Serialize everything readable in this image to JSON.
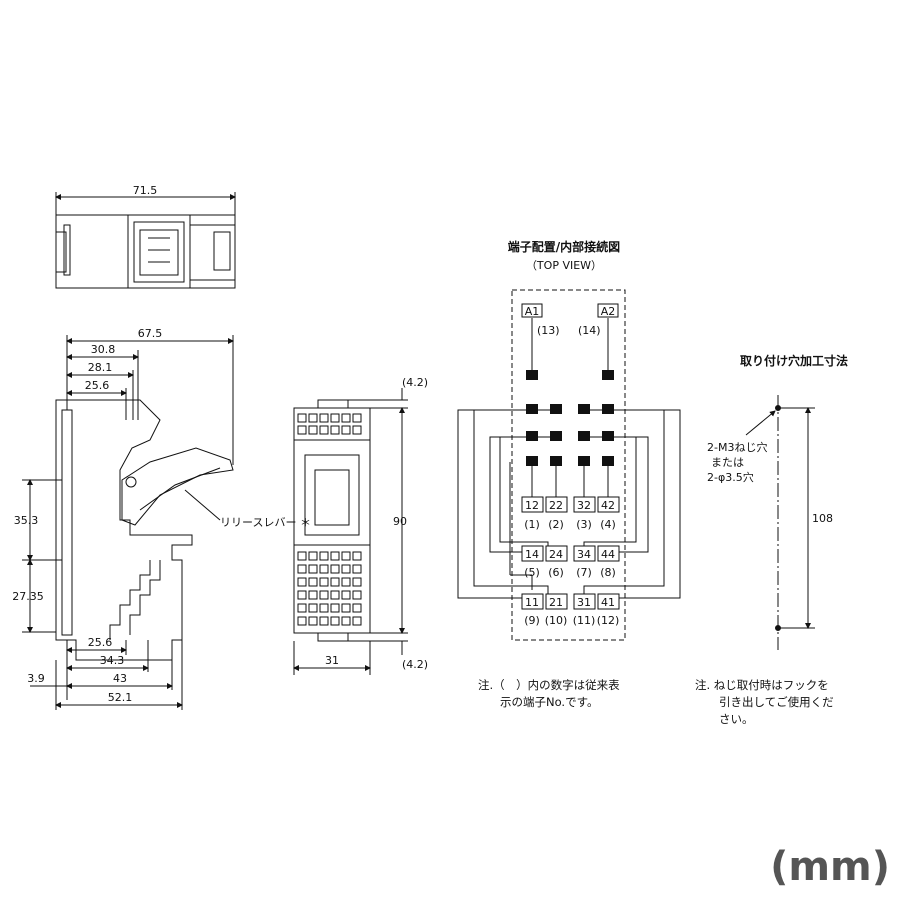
{
  "unit_label": "(mm)",
  "side_view": {
    "top_width": "71.5",
    "dims": {
      "d67_5": "67.5",
      "d30_8": "30.8",
      "d28_1": "28.1",
      "d25_6_top": "25.6",
      "d35_3": "35.3",
      "d27_35": "27.35",
      "d25_6_bottom": "25.6",
      "d34_3": "34.3",
      "d3_9": "3.9",
      "d43": "43",
      "d52_1": "52.1"
    },
    "release_lever": "リリースレバー ＊"
  },
  "front_view": {
    "height": "90",
    "width": "31",
    "top_offset": "(4.2)",
    "bottom_offset": "(4.2)"
  },
  "wiring": {
    "title": "端子配置/内部接続図",
    "subtitle": "（TOP VIEW）",
    "coil_terminals": [
      {
        "label": "A1",
        "old": "(13)"
      },
      {
        "label": "A2",
        "old": "(14)"
      }
    ],
    "row_nc": [
      {
        "label": "12",
        "old": "(1)"
      },
      {
        "label": "22",
        "old": "(2)"
      },
      {
        "label": "32",
        "old": "(3)"
      },
      {
        "label": "42",
        "old": "(4)"
      }
    ],
    "row_no": [
      {
        "label": "14",
        "old": "(5)"
      },
      {
        "label": "24",
        "old": "(6)"
      },
      {
        "label": "34",
        "old": "(7)"
      },
      {
        "label": "44",
        "old": "(8)"
      }
    ],
    "row_com": [
      {
        "label": "11",
        "old": "(9)"
      },
      {
        "label": "21",
        "old": "(10)"
      },
      {
        "label": "31",
        "old": "(11)"
      },
      {
        "label": "41",
        "old": "(12)"
      }
    ],
    "note_line1": "注.（　）内の数字は従来表",
    "note_line2": "示の端子No.です。"
  },
  "mounting": {
    "title": "取り付け穴加工寸法",
    "hole_line1": "2-M3ねじ穴",
    "hole_line2": "または",
    "hole_line3": "2-φ3.5穴",
    "pitch": "108",
    "note_line1": "注. ねじ取付時はフックを",
    "note_line2": "引き出してご使用くだ",
    "note_line3": "さい。"
  }
}
